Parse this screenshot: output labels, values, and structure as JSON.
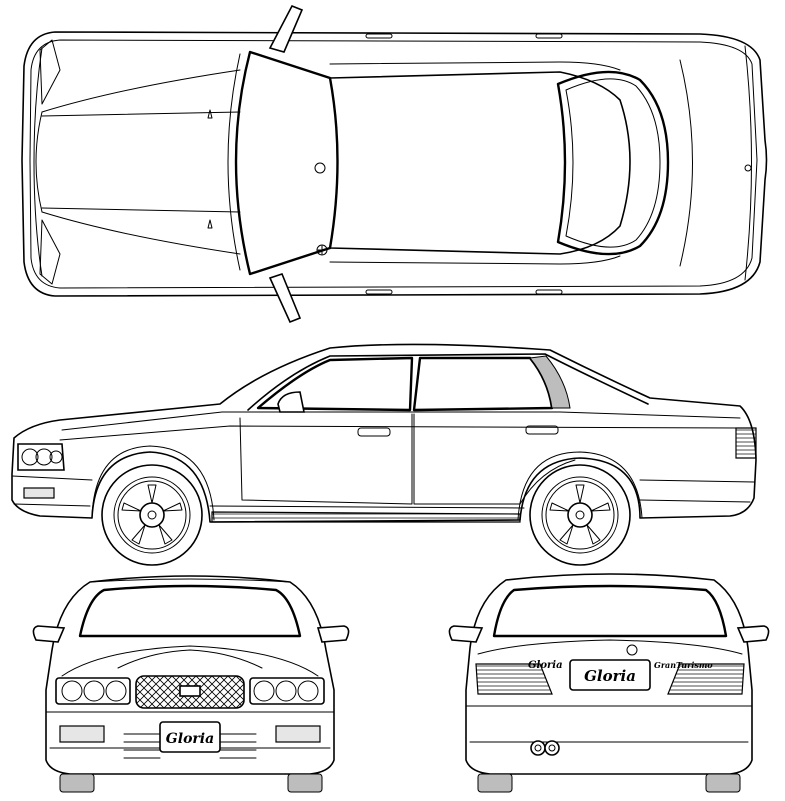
{
  "badges": {
    "front_plate": "Gloria",
    "rear_plate": "Gloria",
    "rear_emblem": "Gloria",
    "rear_trim": "GranTurismo"
  },
  "colors": {
    "line": "#000000",
    "background": "#ffffff"
  }
}
